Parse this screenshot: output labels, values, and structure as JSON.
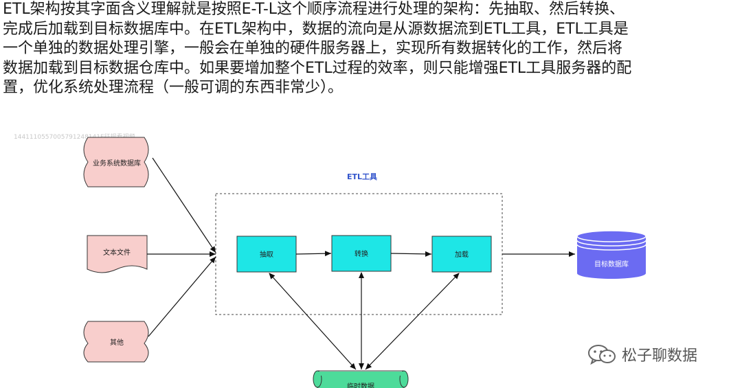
{
  "paragraph": {
    "lines": [
      "ETL架构按其字面含义理解就是按照E-T-L这个顺序流程进行处理的架构：先抽取、然后转换、",
      "完成后加载到目标数据库中。在ETL架构中，数据的流向是从源数据流到ETL工具，ETL工具是",
      "一个单独的数据处理引擎，一般会在单独的硬件服务器上，实现所有数据转化的工作，然后将",
      "数据加载到目标数据仓库中。如果要增加整个ETL过程的效率，则只能增强ETL工具服务器的配",
      "置，优化系统处理流程（一般可调的东西非常少）。"
    ]
  },
  "diagram": {
    "watermark_id": "1441110557005791248141E征规看视频",
    "etl_group_title": "ETL工具",
    "sources": {
      "business_db": "业务系统数据库",
      "text_file": "文本文件",
      "other": "其他"
    },
    "steps": {
      "extract": "抽取",
      "transform": "转换",
      "load": "加载"
    },
    "target_db": "目标数据库",
    "temp_data": "临时数据",
    "colors": {
      "source_fill": "#f8cecc",
      "source_stroke": "#333333",
      "step_fill": "#1ee6e6",
      "target_fill": "#6b6bf2",
      "temp_fill": "#4ddb9a",
      "etl_title": "#3355cc"
    }
  },
  "brand": {
    "icon": "wechat-icon",
    "name": "松子聊数据"
  }
}
